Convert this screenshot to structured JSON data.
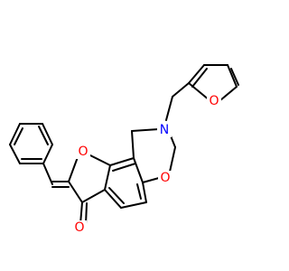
{
  "molecule": {
    "colors": {
      "bond": "#000000",
      "oxygen": "#ff0000",
      "nitrogen": "#0000ff"
    },
    "labels": {
      "furan_oxygen": "O",
      "amine_nitrogen": "N",
      "oxazine_oxygen": "O",
      "benzofuran_oxygen": "O",
      "carbonyl_oxygen": "O"
    }
  }
}
